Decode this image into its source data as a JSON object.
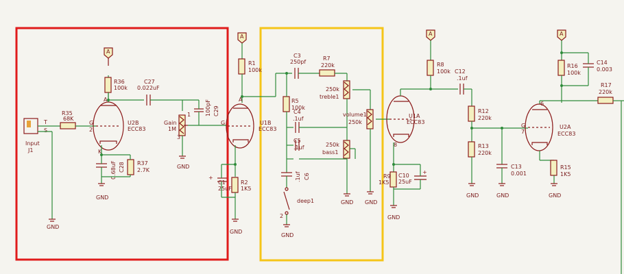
{
  "labels": {
    "input": "Input",
    "j1": "J1",
    "jt": "T",
    "js": "S",
    "r35": "R35",
    "r35v": "68K",
    "r36": "R36",
    "r36v": "100k",
    "c27": "C27",
    "c27v": "0.022uF",
    "u2b": "U2B",
    "u2bv": "ECC83",
    "gain": "Gain",
    "gainv": "1M",
    "c29": "C29",
    "c29v": "100pF",
    "c28": "C28",
    "c28v": "0.68uF",
    "r37": "R37",
    "r37v": "2.7K",
    "r1": "R1",
    "r1v": "100k",
    "u1b": "U1B",
    "u1bv": "ECC83",
    "c1": "C1",
    "c1v": "25uF",
    "r2": "R2",
    "r2v": "1K5",
    "c3": "C3",
    "c3v": "250pf",
    "r7": "R7",
    "r7v": "220k",
    "r5": "R5",
    "r5v": "100k",
    "c4": "C4",
    "c4v": ".1uf",
    "treble": "treble1",
    "treblev": "250k",
    "volume": "volume1",
    "volumev": "250k",
    "c5": "C5",
    "c5v": ".1uf",
    "bass": "bass1",
    "bassv": "250k",
    "c6": "C6",
    "c6v": ".1uf",
    "deep": "deep1",
    "u1a": "U1A",
    "u1av": "ECC83",
    "r9": "R9",
    "r9v": "1K5",
    "c10": "C10",
    "c10v": "25uF",
    "r8": "R8",
    "r8v": "100k",
    "c12": "C12",
    "c12v": ".1uf",
    "r12": "R12",
    "r12v": "220k",
    "r13": "R13",
    "r13v": "220k",
    "c13": "C13",
    "c13v": "0.001",
    "r16": "R16",
    "r16v": "100k",
    "c14": "C14",
    "c14v": "0.003",
    "r17": "R17",
    "r17v": "220k",
    "u2a": "U2A",
    "u2av": "ECC83",
    "r15": "R15",
    "r15v": "1K5",
    "gnd": "GND",
    "a": "A",
    "pin_g": "G",
    "pin_k": "K",
    "pin_a": "A",
    "p1": "1",
    "p2": "2",
    "p3": "3",
    "p6": "6",
    "p7": "7",
    "p8": "8"
  },
  "colors": {
    "wire": "#2e8b3a",
    "component": "#8b1a1a",
    "highlight_red": "#e01b1b",
    "highlight_yellow": "#f5c518",
    "background": "#f5f4ef"
  }
}
